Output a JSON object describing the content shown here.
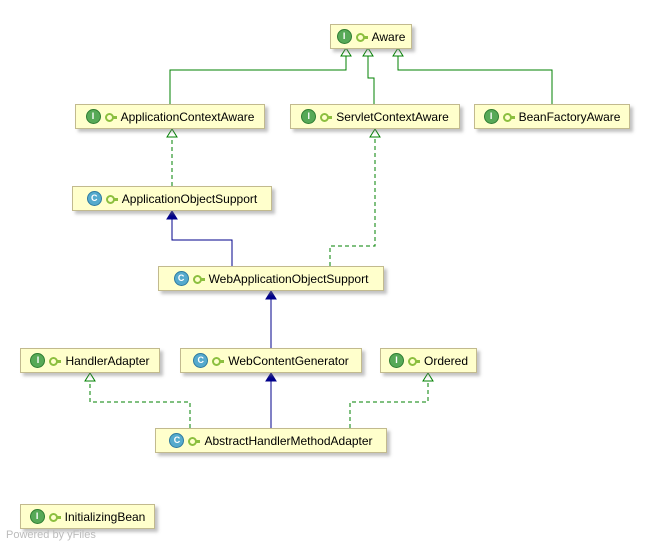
{
  "diagram": {
    "watermark": "Powered by yFiles",
    "nodes": [
      {
        "id": "aware",
        "label": "Aware",
        "kind": "interface",
        "badge": "I"
      },
      {
        "id": "application-context-aware",
        "label": "ApplicationContextAware",
        "kind": "interface",
        "badge": "I"
      },
      {
        "id": "servlet-context-aware",
        "label": "ServletContextAware",
        "kind": "interface",
        "badge": "I"
      },
      {
        "id": "bean-factory-aware",
        "label": "BeanFactoryAware",
        "kind": "interface",
        "badge": "I"
      },
      {
        "id": "application-object-support",
        "label": "ApplicationObjectSupport",
        "kind": "class",
        "badge": "C"
      },
      {
        "id": "web-application-object-support",
        "label": "WebApplicationObjectSupport",
        "kind": "class",
        "badge": "C"
      },
      {
        "id": "handler-adapter",
        "label": "HandlerAdapter",
        "kind": "interface",
        "badge": "I"
      },
      {
        "id": "web-content-generator",
        "label": "WebContentGenerator",
        "kind": "class",
        "badge": "C"
      },
      {
        "id": "ordered",
        "label": "Ordered",
        "kind": "interface",
        "badge": "I"
      },
      {
        "id": "abstract-handler-method-adapter",
        "label": "AbstractHandlerMethodAdapter",
        "kind": "class",
        "badge": "C"
      },
      {
        "id": "initializing-bean",
        "label": "InitializingBean",
        "kind": "interface",
        "badge": "I"
      }
    ],
    "edges": [
      {
        "from": "ApplicationContextAware",
        "to": "Aware",
        "type": "extends"
      },
      {
        "from": "ServletContextAware",
        "to": "Aware",
        "type": "extends"
      },
      {
        "from": "BeanFactoryAware",
        "to": "Aware",
        "type": "extends"
      },
      {
        "from": "ApplicationObjectSupport",
        "to": "ApplicationContextAware",
        "type": "implements"
      },
      {
        "from": "WebApplicationObjectSupport",
        "to": "ApplicationObjectSupport",
        "type": "extends"
      },
      {
        "from": "WebApplicationObjectSupport",
        "to": "ServletContextAware",
        "type": "implements"
      },
      {
        "from": "WebContentGenerator",
        "to": "WebApplicationObjectSupport",
        "type": "extends"
      },
      {
        "from": "AbstractHandlerMethodAdapter",
        "to": "WebContentGenerator",
        "type": "extends"
      },
      {
        "from": "AbstractHandlerMethodAdapter",
        "to": "HandlerAdapter",
        "type": "implements"
      },
      {
        "from": "AbstractHandlerMethodAdapter",
        "to": "Ordered",
        "type": "implements"
      }
    ],
    "colors": {
      "node_fill": "#FFFFCC",
      "node_border": "#C2BA8E",
      "implements_edge": "#008000",
      "extends_class_edge": "#00008B",
      "interface_badge": "#57A957",
      "class_badge": "#55AACD"
    }
  }
}
